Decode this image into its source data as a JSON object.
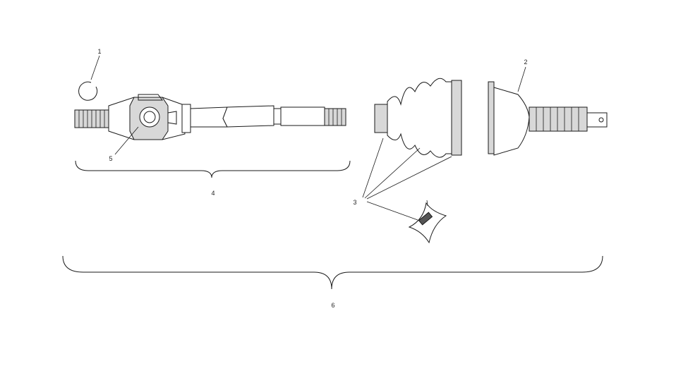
{
  "callouts": [
    {
      "id": "1",
      "text": "1"
    },
    {
      "id": "2",
      "text": "2"
    },
    {
      "id": "3",
      "text": "3"
    },
    {
      "id": "4",
      "text": "4"
    },
    {
      "id": "5",
      "text": "5"
    },
    {
      "id": "6",
      "text": "6"
    }
  ],
  "colors": {
    "ink": "#1a1a1a",
    "shade": "#d8d8d8",
    "background": "#ffffff"
  }
}
